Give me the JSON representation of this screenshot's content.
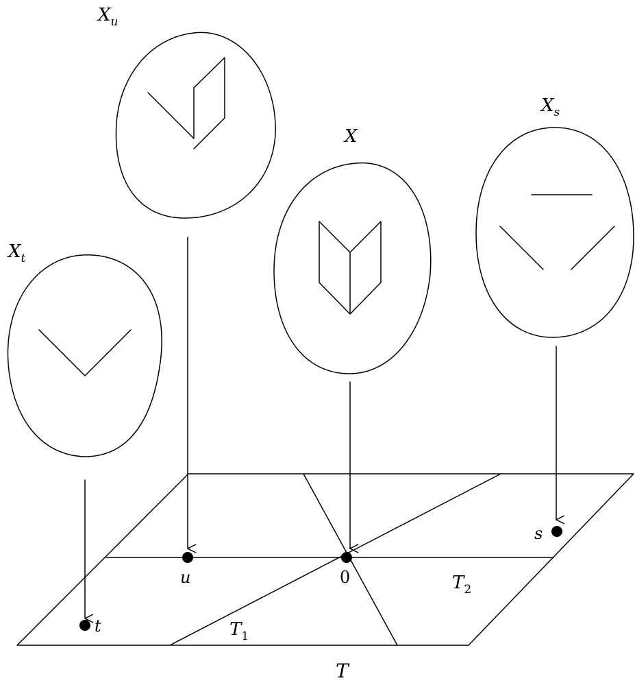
{
  "fibers": {
    "X_u": {
      "main": "X",
      "sub": "u"
    },
    "X_t": {
      "main": "X",
      "sub": "t"
    },
    "X": {
      "main": "X",
      "sub": ""
    },
    "X_s": {
      "main": "X",
      "sub": "s"
    }
  },
  "base": {
    "label": "T",
    "regions": {
      "T1": {
        "main": "T",
        "sub": "1"
      },
      "T2": {
        "main": "T",
        "sub": "2"
      }
    },
    "points": {
      "t": "t",
      "u": "u",
      "zero": "0",
      "s": "s"
    }
  }
}
